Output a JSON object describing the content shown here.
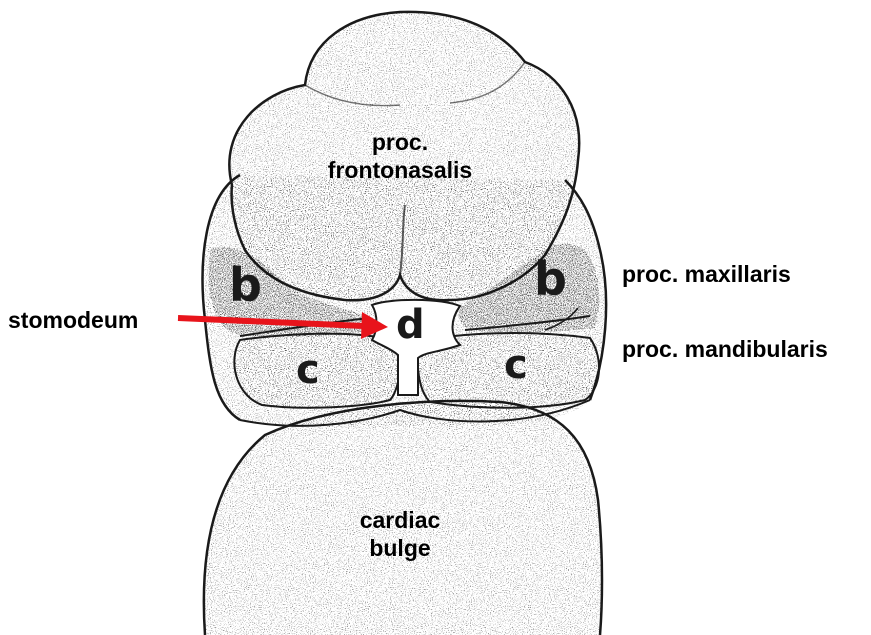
{
  "labels": {
    "frontonasalis_line1": "proc.",
    "frontonasalis_line2": "frontonasalis",
    "maxillaris": "proc. maxillaris",
    "mandibularis": "proc. mandibularis",
    "stomodeum": "stomodeum",
    "cardiac_line1": "cardiac",
    "cardiac_line2": "bulge"
  },
  "letters": {
    "b_left": "b",
    "b_right": "b",
    "c_left": "c",
    "c_right": "c",
    "d": "d"
  },
  "colors": {
    "ink": "#1a1a1a",
    "arrow": "#e8141b",
    "background": "#ffffff"
  }
}
